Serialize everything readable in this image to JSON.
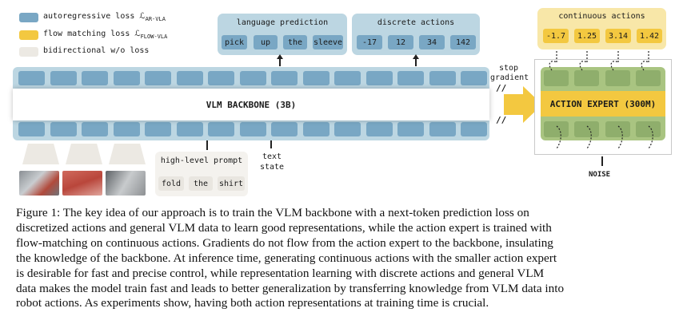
{
  "legend": [
    {
      "label": "autoregressive loss ℒ",
      "sub": "AR-VLA",
      "color": "#79a7c4"
    },
    {
      "label": "flow matching loss ℒ",
      "sub": "FLOW-VLA",
      "color": "#f3c840"
    },
    {
      "label": "bidirectional w/o loss",
      "sub": "",
      "color": "#ece9e3"
    }
  ],
  "language_prediction": {
    "title": "language prediction",
    "tokens": [
      "pick",
      "up",
      "the",
      "sleeve"
    ]
  },
  "discrete_actions": {
    "title": "discrete actions",
    "tokens": [
      "-17",
      "12",
      "34",
      "142"
    ]
  },
  "continuous_actions": {
    "title": "continuous actions",
    "tokens": [
      "-1.7",
      "1.25",
      "3.14",
      "1.42"
    ]
  },
  "backbone_label": "VLM BACKBONE (3B)",
  "stop_gradient": [
    "stop",
    "gradient"
  ],
  "action_expert_label": "ACTION EXPERT (300M)",
  "noise_label": "NOISE",
  "prompt": {
    "title": "high-level prompt",
    "tokens": [
      "fold",
      "the",
      "shirt"
    ]
  },
  "text_state": [
    "text",
    "state"
  ],
  "colors": {
    "blue": "#79a7c4",
    "yellow": "#f3c840",
    "green": "#8fae6c",
    "grey": "#ece9e3",
    "panel": "#bcd6e2"
  },
  "caption_lines": [
    "Figure 1: The key idea of our approach is to train the VLM backbone with a next-token prediction loss on",
    "discretized actions and general VLM data to learn good representations, while the action expert is trained with",
    "flow-matching on continuous actions. Gradients do not flow from the action expert to the backbone, insulating",
    "the knowledge of the backbone. At inference time, generating continuous actions with the smaller action expert",
    "is desirable for fast and precise control, while representation learning with discrete actions and general VLM",
    "data makes the model train fast and leads to better generalization by transferring knowledge from VLM data into",
    "robot actions. As experiments show, having both action representations at training time is crucial."
  ]
}
